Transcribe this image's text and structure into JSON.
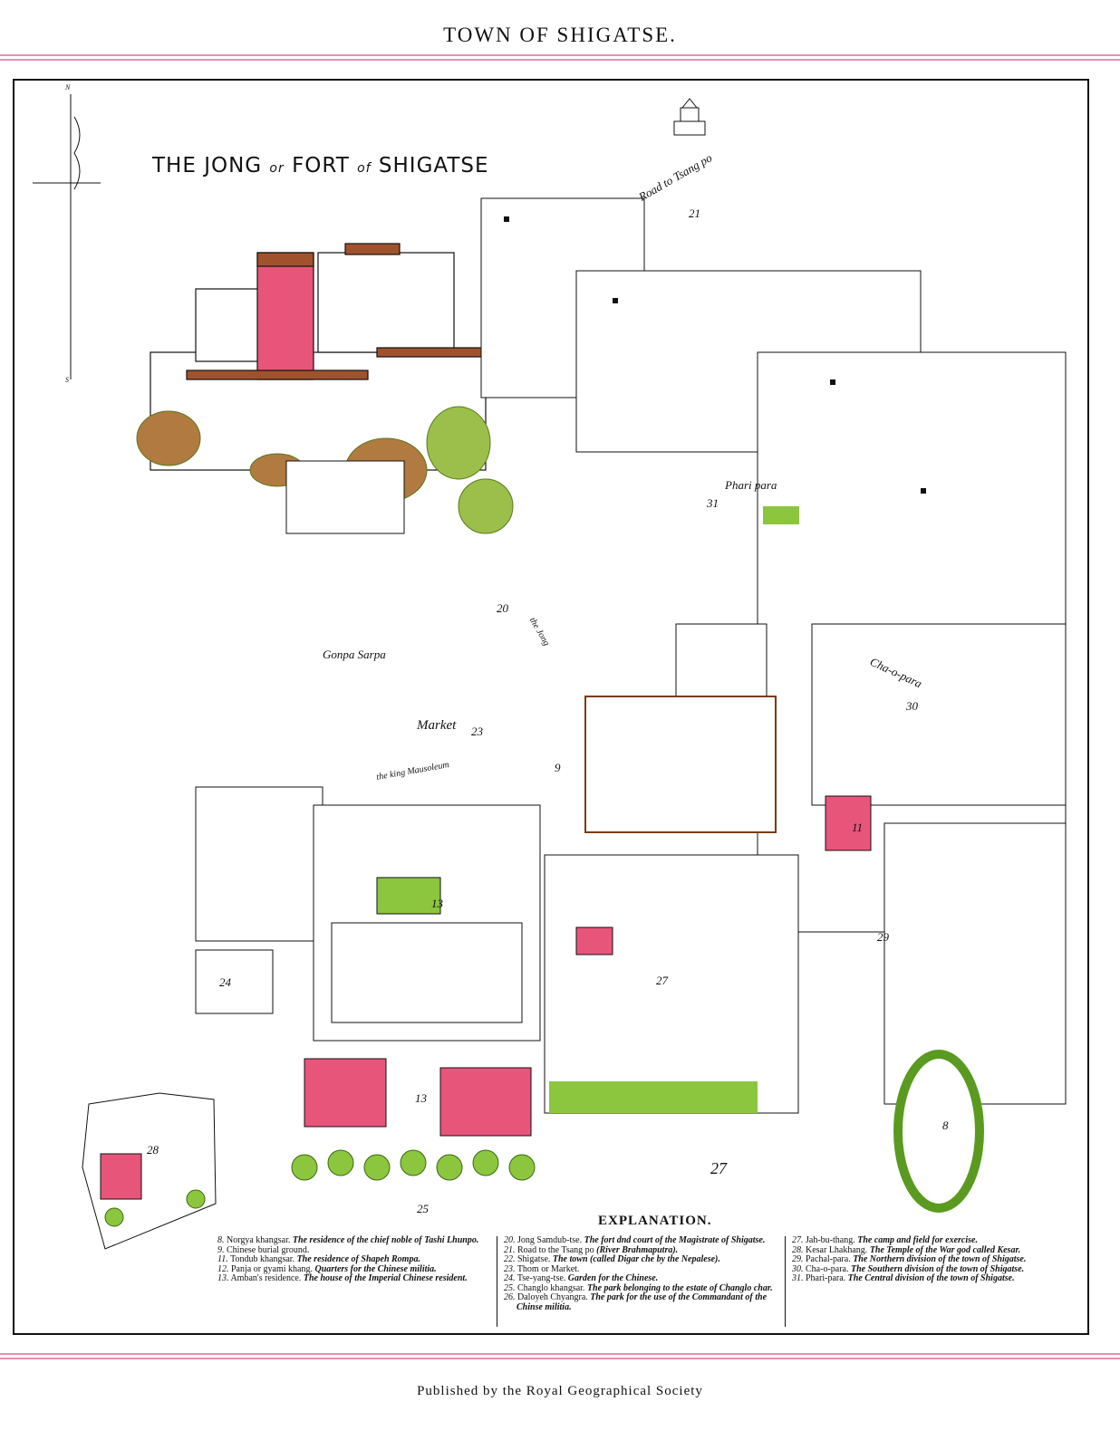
{
  "title": "TOWN OF SHIGATSE.",
  "inset_title": {
    "main1": "THE JONG",
    "or": "or",
    "main2": "FORT",
    "of": "of",
    "main3": "SHIGATSE"
  },
  "compass": {
    "north": "N",
    "south": "S"
  },
  "map_labels": {
    "road": "Road to Tsang po",
    "n21": "21",
    "phari": "Phari para",
    "n31": "31",
    "chao": "Cha-o-para",
    "n30": "30",
    "market": "Market",
    "n23": "23",
    "gonpa": "Gonpa Sarpa",
    "n20": "20",
    "fort": "the Jong",
    "tomb": "the king Mausoleum",
    "n29": "29",
    "n24": "24",
    "n11": "11",
    "n27a": "27",
    "n27b": "27",
    "n28": "28",
    "n25": "25",
    "n13a": "13",
    "n13b": "13",
    "n8": "8",
    "n9": "9"
  },
  "explanation": {
    "heading": "EXPLANATION.",
    "columns": [
      [
        {
          "num": "8.",
          "name": "Norgya khangsar.",
          "desc": "The residence of the chief noble of Tashi Lhunpo."
        },
        {
          "num": "9.",
          "name": "Chinese burial ground.",
          "desc": ""
        },
        {
          "num": "11.",
          "name": "Tondub khangsar.",
          "desc": "The residence of Shapeh Rompa."
        },
        {
          "num": "12.",
          "name": "Panja or gyami khang.",
          "desc": "Quarters for the Chinese militia."
        },
        {
          "num": "13.",
          "name": "Amban's residence.",
          "desc": "The house of the Imperial Chinese resident."
        }
      ],
      [
        {
          "num": "20.",
          "name": "Jong Samdub-tse.",
          "desc": "The fort dnd court of the Magistrate of Shigatse."
        },
        {
          "num": "21.",
          "name": "Road to the Tsang po",
          "desc": "(River Brahmaputra)."
        },
        {
          "num": "22.",
          "name": "Shigatse.",
          "desc": "The town (called Digar che by the Nepalese)."
        },
        {
          "num": "23.",
          "name": "Thom or Market.",
          "desc": ""
        },
        {
          "num": "24.",
          "name": "Tse-yang-tse.",
          "desc": "Garden for the Chinese."
        },
        {
          "num": "25.",
          "name": "Changlo khangsar.",
          "desc": "The park belonging to the estate of Changlo char."
        },
        {
          "num": "26.",
          "name": "Daloyeh Chyangra.",
          "desc": "The park for the use of the Commandant of the Chinse militia."
        }
      ],
      [
        {
          "num": "27.",
          "name": "Jah-bu-thang.",
          "desc": "The camp and field for exercise."
        },
        {
          "num": "28.",
          "name": "Kesar Lhakhang.",
          "desc": "The Temple of the War god called Kesar."
        },
        {
          "num": "29.",
          "name": "Pachal-para.",
          "desc": "The Northern division of the town of Shigatse."
        },
        {
          "num": "30.",
          "name": "Cha-o-para.",
          "desc": "The Southern division of the town of Shigatse."
        },
        {
          "num": "31.",
          "name": "Phari-para.",
          "desc": "The Central division of the town of Shigatse."
        }
      ]
    ]
  },
  "footer": "Published by the Royal Geographical Society",
  "colors": {
    "rule": "#e890b0",
    "red": "#e8557a",
    "brown": "#a0522d",
    "green": "#8cc63f"
  }
}
